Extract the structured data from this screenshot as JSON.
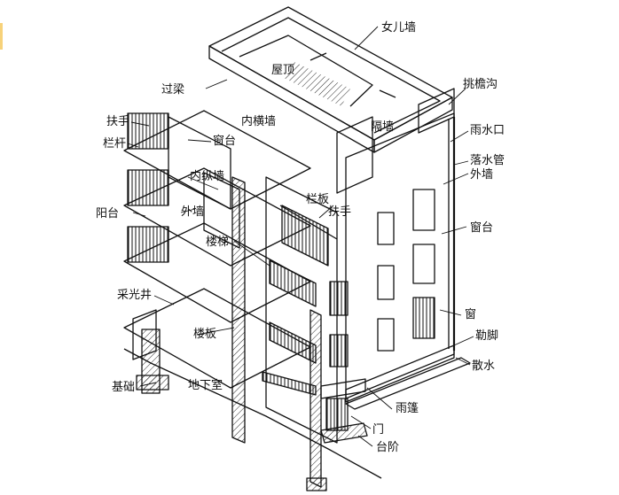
{
  "colors": {
    "line": "#111111",
    "background": "#ffffff",
    "hatch": "#111111",
    "edge_accent": "#f7d27a"
  },
  "labels": {
    "parapet": "女儿墙",
    "roof": "屋顶",
    "lintel": "过梁",
    "eave_gutter": "挑檐沟",
    "handrail_top": "扶手",
    "railing": "栏杆",
    "window_sill_left": "窗台",
    "inner_cross_wall": "内横墙",
    "partition": "隔墙",
    "rain_outlet": "雨水口",
    "downpipe": "落水管",
    "outer_wall_right": "外墙",
    "inner_long_wall": "内纵墙",
    "balustrade": "栏板",
    "handrail_stair": "扶手",
    "balcony": "阳台",
    "outer_wall_left": "外墙",
    "window_sill_right": "窗台",
    "stairs": "楼梯",
    "window": "窗",
    "lightwell": "采光井",
    "floor_slab": "楼板",
    "plinth": "勒脚",
    "apron": "散水",
    "foundation": "基础",
    "basement": "地下室",
    "canopy": "雨篷",
    "door": "门",
    "steps": "台阶"
  }
}
